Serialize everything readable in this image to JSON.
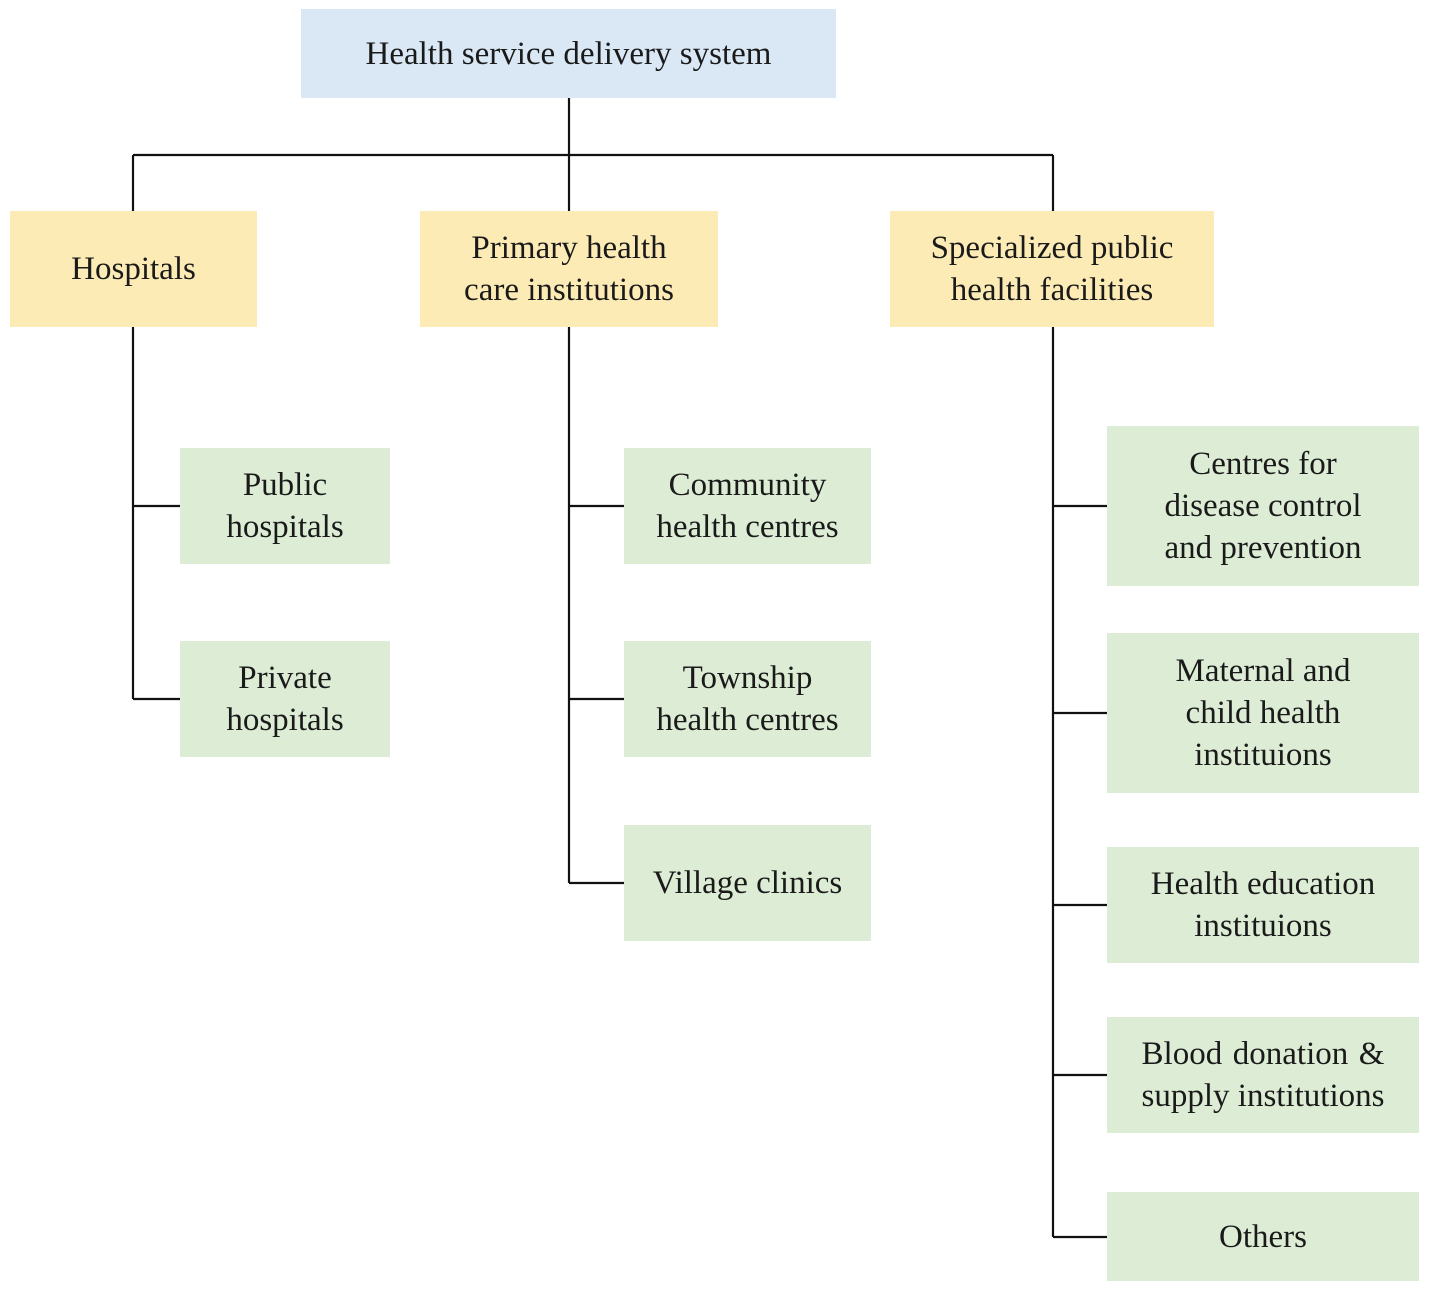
{
  "colors": {
    "root_fill": "#dae8f6",
    "category_fill": "#fcebb5",
    "leaf_fill": "#ddedd5",
    "connector": "#111111"
  },
  "root": {
    "label": "Health service delivery system"
  },
  "categories": [
    {
      "id": "hospitals",
      "label": "Hospitals",
      "children": [
        {
          "label": "Public\nhospitals"
        },
        {
          "label": "Private\nhospitals"
        }
      ]
    },
    {
      "id": "primary",
      "label": "Primary health\ncare institutions",
      "children": [
        {
          "label": "Community\nhealth centres"
        },
        {
          "label": "Township\nhealth centres"
        },
        {
          "label": "Village clinics"
        }
      ]
    },
    {
      "id": "specialized",
      "label": "Specialized public\nhealth facilities",
      "children": [
        {
          "label": "Centres for\ndisease control\nand prevention"
        },
        {
          "label": "Maternal and\nchild health\ninstituions"
        },
        {
          "label": "Health education\ninstituions"
        },
        {
          "label": "Blood donation &\nsupply institutions"
        },
        {
          "label": "Others"
        }
      ]
    }
  ]
}
